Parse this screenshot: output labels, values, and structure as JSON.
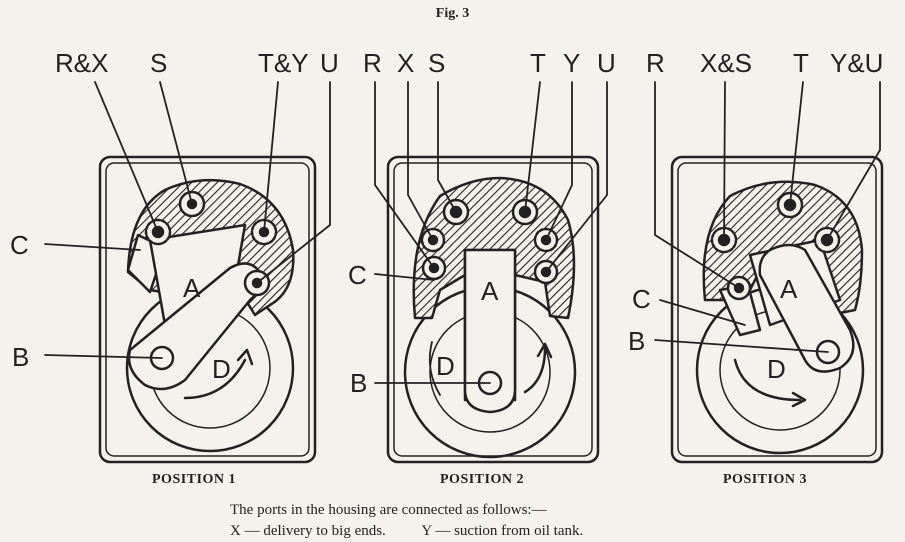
{
  "figure": {
    "title": "Fig. 3"
  },
  "positions": [
    {
      "label": "POSITION 1",
      "ports": [
        "R&X",
        "S",
        "T&Y",
        "U"
      ],
      "parts": [
        "C",
        "A",
        "B",
        "D"
      ]
    },
    {
      "label": "POSITION 2",
      "ports": [
        "R",
        "X",
        "S",
        "T",
        "Y",
        "U"
      ],
      "parts": [
        "C",
        "A",
        "B",
        "D"
      ]
    },
    {
      "label": "POSITION 3",
      "ports": [
        "R",
        "X&S",
        "T",
        "Y&U"
      ],
      "parts": [
        "C",
        "A",
        "B",
        "D"
      ]
    }
  ],
  "caption": {
    "intro": "The ports in the housing are connected as follows:—",
    "x_note": "X — delivery to big ends.",
    "y_note": "Y — suction from oil tank."
  }
}
